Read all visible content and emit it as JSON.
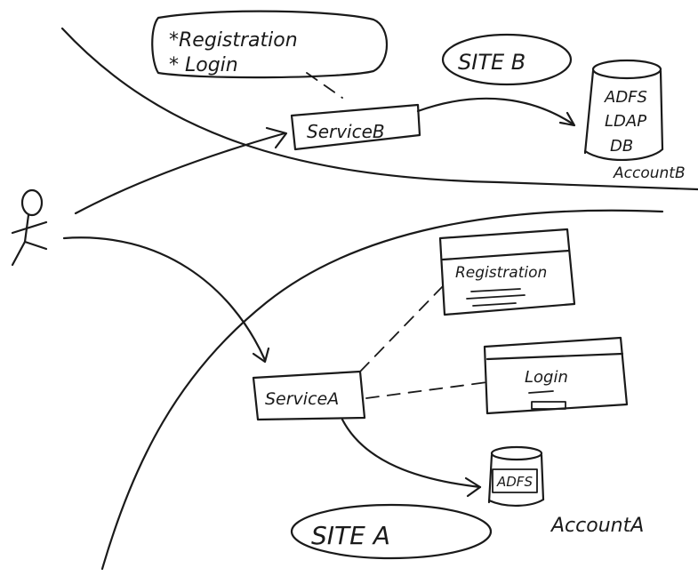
{
  "note": {
    "items": [
      "*Registration",
      "* Login"
    ]
  },
  "site_b": {
    "label": "SITE B"
  },
  "service_b": {
    "label": "ServiceB"
  },
  "db_b": {
    "lines": [
      "ADFS",
      "LDAP",
      "DB"
    ]
  },
  "account_b": {
    "label": "AccountB"
  },
  "service_a": {
    "label": "ServiceA"
  },
  "registration_page": {
    "label": "Registration"
  },
  "login_page": {
    "label": "Login"
  },
  "db_a": {
    "label": "ADFS"
  },
  "site_a": {
    "label": "SITE A"
  },
  "account_a": {
    "label": "AccountA"
  }
}
